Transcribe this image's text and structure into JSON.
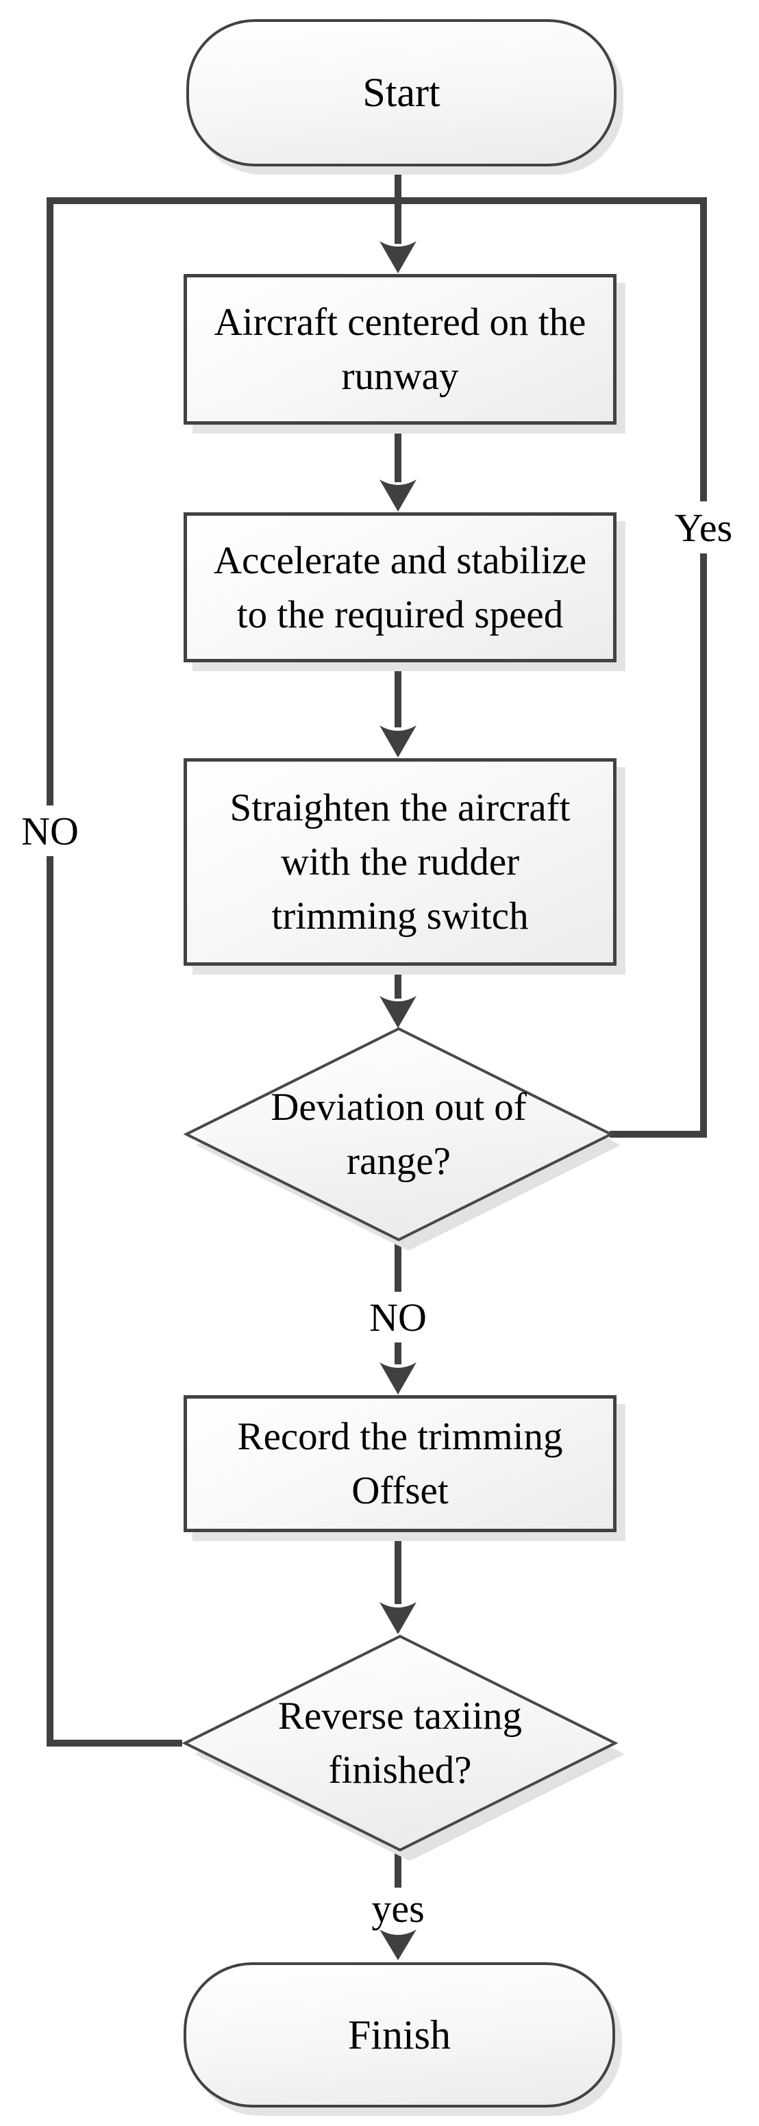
{
  "diagram": {
    "type": "flowchart",
    "nodes": {
      "start": {
        "shape": "terminator",
        "label": "Start"
      },
      "centered": {
        "shape": "process",
        "label": "Aircraft centered on the\nrunway"
      },
      "accelerate": {
        "shape": "process",
        "label": "Accelerate and stabilize\nto the required speed"
      },
      "straighten": {
        "shape": "process",
        "label": "Straighten the aircraft\nwith the rudder\ntrimming switch"
      },
      "deviation": {
        "shape": "decision",
        "label": "Deviation out of\nrange?"
      },
      "record": {
        "shape": "process",
        "label": "Record the trimming\nOffset"
      },
      "reverse": {
        "shape": "decision",
        "label": "Reverse taxiing\nfinished?"
      },
      "finish": {
        "shape": "terminator",
        "label": "Finish"
      }
    },
    "edge_labels": {
      "deviation_yes_loop": "Yes",
      "deviation_no_down": "NO",
      "reverse_no_loop": "NO",
      "reverse_yes_down": "yes"
    },
    "colors": {
      "connector": "#404040",
      "shape_border": "#424242",
      "shape_fill_top": "#ffffff",
      "shape_fill_bottom": "#ececec",
      "shape_shadow": "#e4e4e4",
      "text": "#000000",
      "background": "#ffffff"
    }
  }
}
